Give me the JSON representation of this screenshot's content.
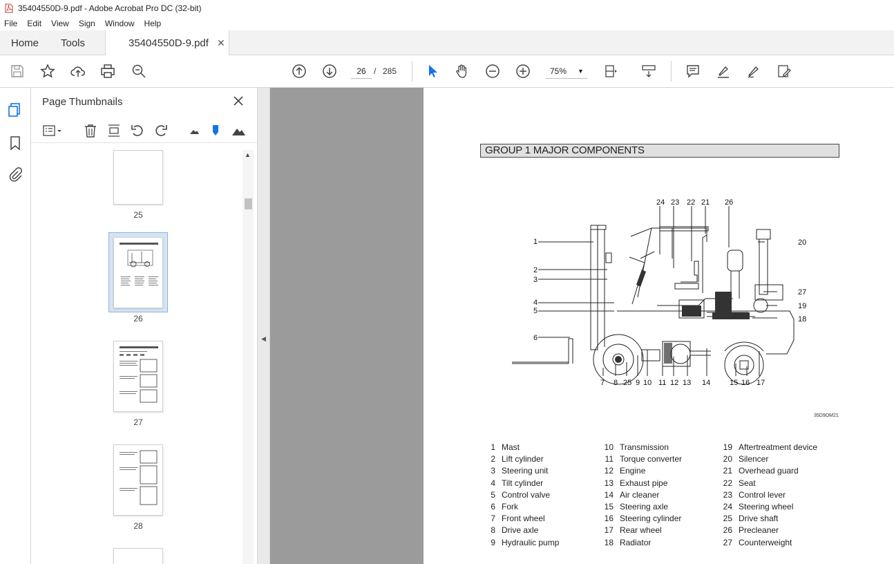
{
  "app": {
    "window_title": "35404550D-9.pdf - Adobe Acrobat Pro DC (32-bit)",
    "menu": [
      "File",
      "Edit",
      "View",
      "Sign",
      "Window",
      "Help"
    ],
    "tabs": {
      "home": "Home",
      "tools": "Tools",
      "document": "35404550D-9.pdf"
    }
  },
  "toolbar": {
    "current_page": "26",
    "page_sep": "/",
    "total_pages": "285",
    "zoom": "75%"
  },
  "panel": {
    "title": "Page Thumbnails",
    "thumbnails": [
      {
        "label": "25"
      },
      {
        "label": "26"
      },
      {
        "label": "27"
      },
      {
        "label": "28"
      }
    ]
  },
  "document": {
    "group_title": "GROUP  1  MAJOR COMPONENTS",
    "figure_code": "35D9OM21",
    "callouts_top": [
      "24",
      "23",
      "22",
      "21",
      "26"
    ],
    "callouts_left": [
      "1",
      "2",
      "3",
      "4",
      "5",
      "6"
    ],
    "callouts_right": [
      "20",
      "27",
      "19",
      "18"
    ],
    "callouts_bottom": [
      "7",
      "8",
      "25",
      "9",
      "10",
      "11",
      "12",
      "13",
      "14",
      "15",
      "16",
      "17"
    ],
    "components": [
      {
        "n": "1",
        "name": "Mast"
      },
      {
        "n": "2",
        "name": "Lift cylinder"
      },
      {
        "n": "3",
        "name": "Steering unit"
      },
      {
        "n": "4",
        "name": "Tilt cylinder"
      },
      {
        "n": "5",
        "name": "Control valve"
      },
      {
        "n": "6",
        "name": "Fork"
      },
      {
        "n": "7",
        "name": "Front wheel"
      },
      {
        "n": "8",
        "name": "Drive axle"
      },
      {
        "n": "9",
        "name": "Hydraulic pump"
      },
      {
        "n": "10",
        "name": "Transmission"
      },
      {
        "n": "11",
        "name": "Torque converter"
      },
      {
        "n": "12",
        "name": "Engine"
      },
      {
        "n": "13",
        "name": "Exhaust pipe"
      },
      {
        "n": "14",
        "name": "Air cleaner"
      },
      {
        "n": "15",
        "name": "Steering axle"
      },
      {
        "n": "16",
        "name": "Steering cylinder"
      },
      {
        "n": "17",
        "name": "Rear wheel"
      },
      {
        "n": "18",
        "name": "Radiator"
      },
      {
        "n": "19",
        "name": "Aftertreatment device"
      },
      {
        "n": "20",
        "name": "Silencer"
      },
      {
        "n": "21",
        "name": "Overhead guard"
      },
      {
        "n": "22",
        "name": "Seat"
      },
      {
        "n": "23",
        "name": "Control lever"
      },
      {
        "n": "24",
        "name": "Steering wheel"
      },
      {
        "n": "25",
        "name": "Drive shaft"
      },
      {
        "n": "26",
        "name": "Precleaner"
      },
      {
        "n": "27",
        "name": "Counterweight"
      }
    ]
  }
}
